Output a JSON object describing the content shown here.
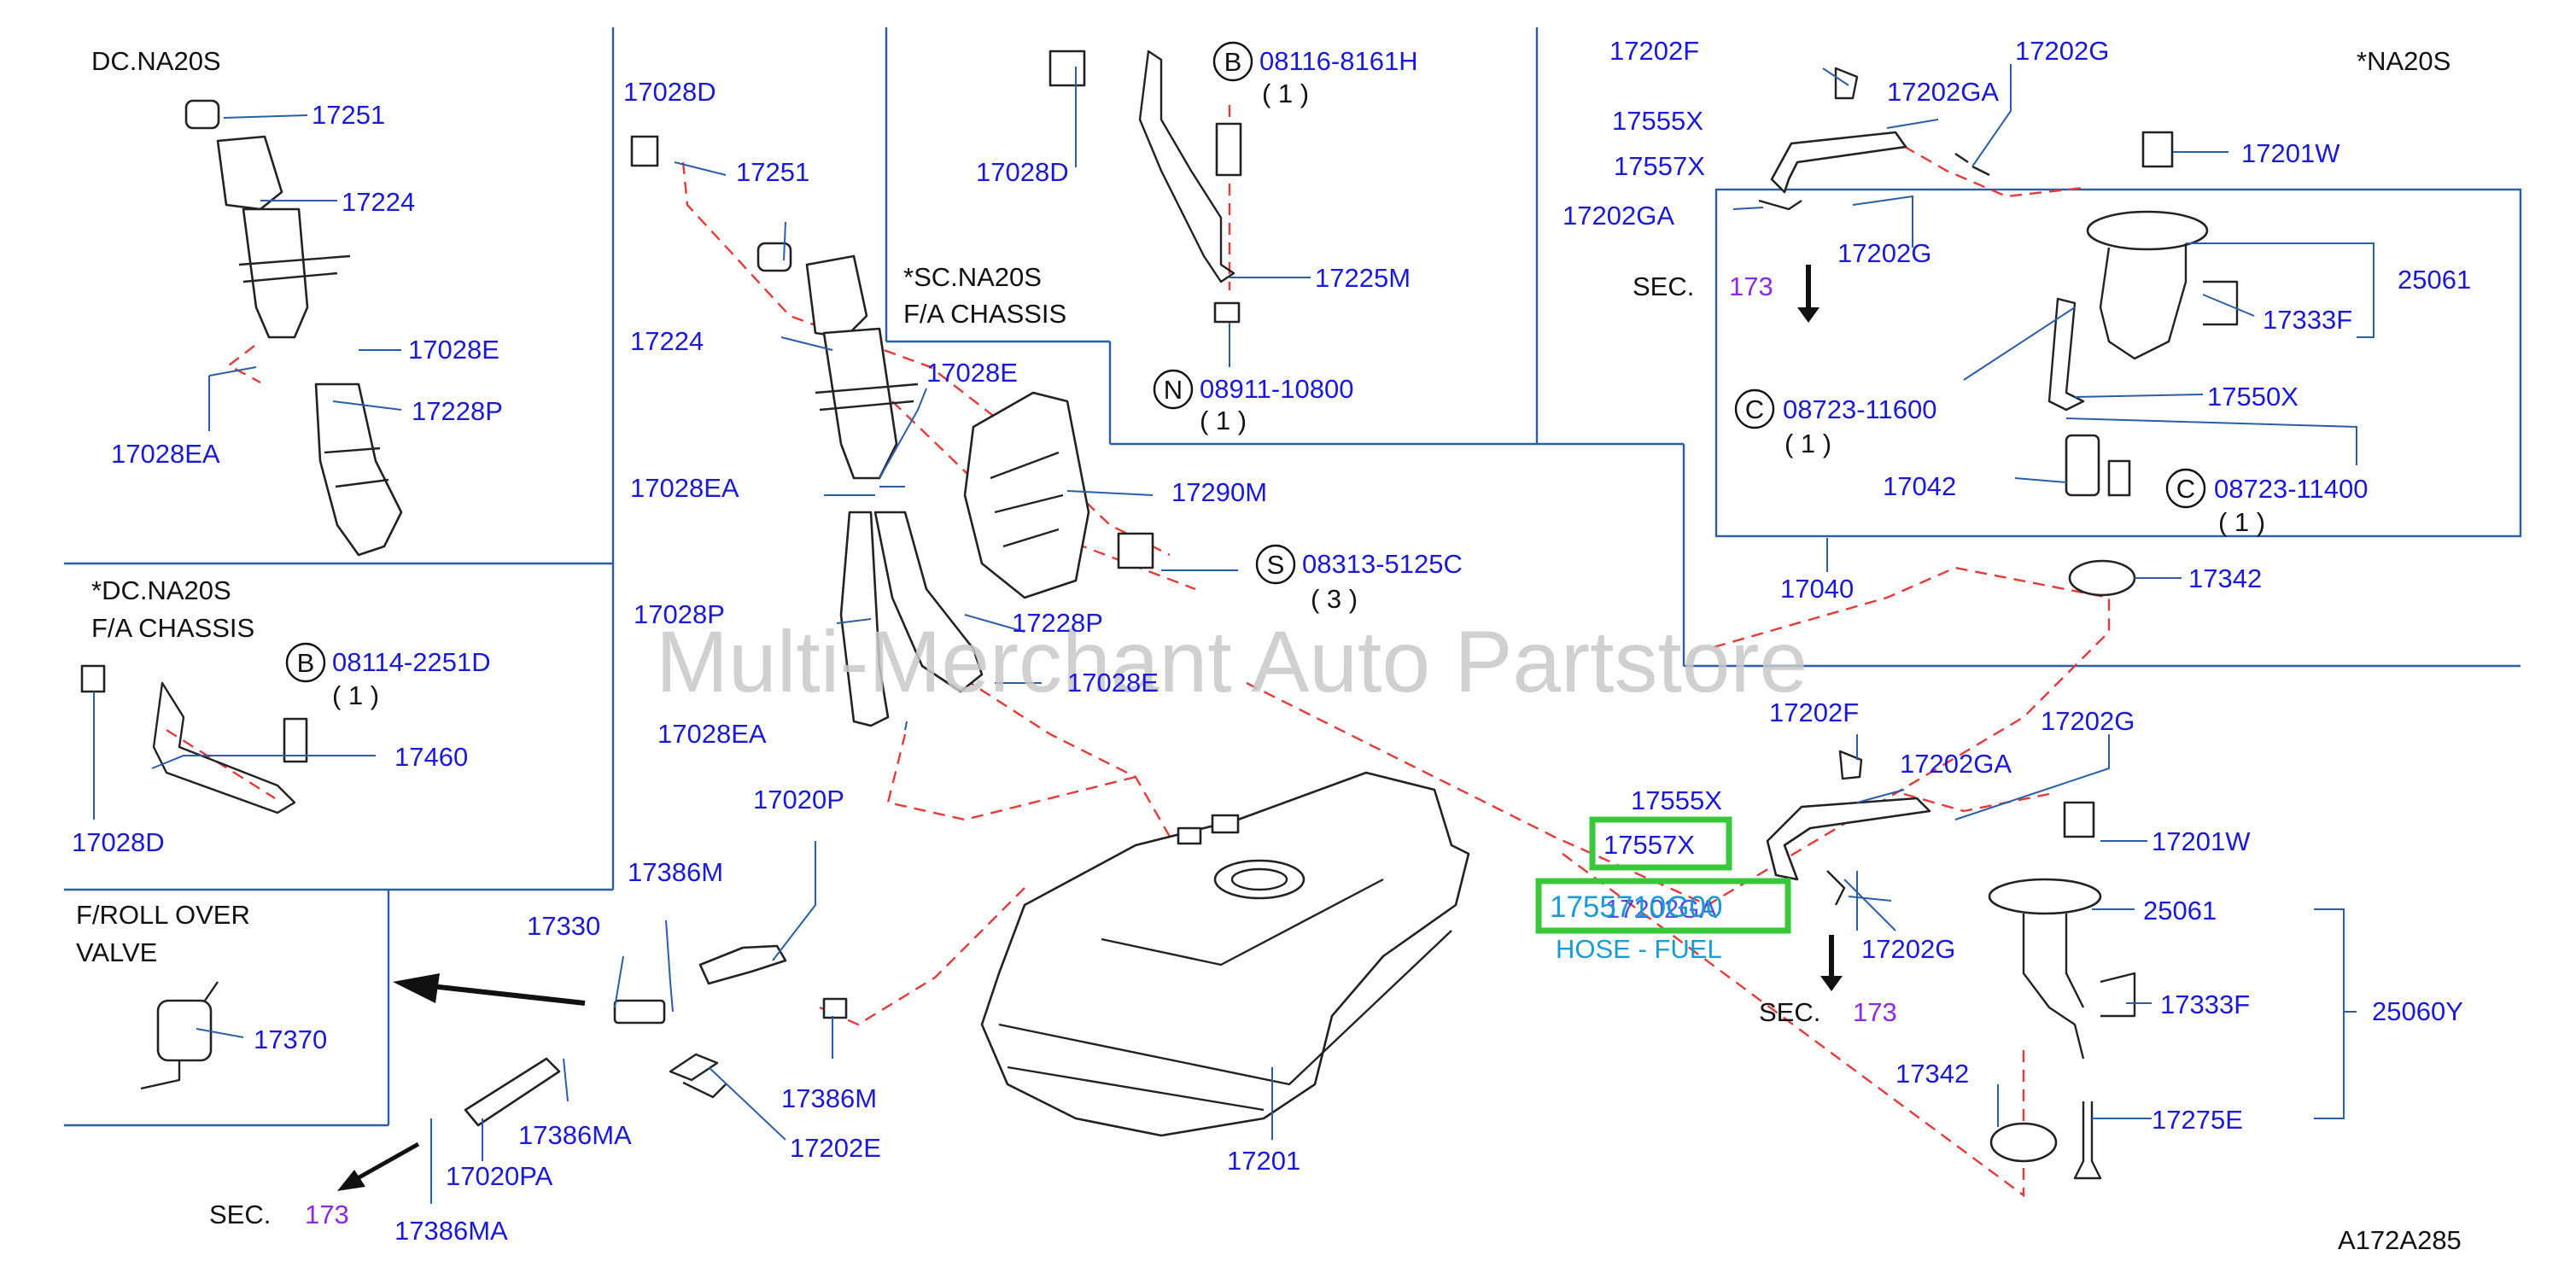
{
  "sections": {
    "top_left": "DC.NA20S",
    "left_mid_line1": "*DC.NA20S",
    "left_mid_line2": "F/A   CHASSIS",
    "center_line1": "*SC.NA20S",
    "center_line2": "F/A   CHASSIS",
    "top_right": "*NA20S",
    "rollover_line1": "F/ROLL   OVER",
    "rollover_line2": "VALVE"
  },
  "watermark": "Multi-Merchant Auto Partstore",
  "figure_code": "A172A285",
  "highlight": {
    "part": "17557X",
    "oem_code": "1755710G00",
    "description": "HOSE - FUEL",
    "overlapped_label": "17202GA"
  },
  "sec_refs": {
    "prefix": "SEC.",
    "number": "173"
  },
  "callouts": {
    "b1": {
      "letter": "B",
      "code": "08116-8161H",
      "qty": "( 1 )"
    },
    "n1": {
      "letter": "N",
      "code": "08911-10800",
      "qty": "( 1 )"
    },
    "s1": {
      "letter": "S",
      "code": "08313-5125C",
      "qty": "( 3 )"
    },
    "b2": {
      "letter": "B",
      "code": "08114-2251D",
      "qty": "( 1 )"
    },
    "c1": {
      "letter": "C",
      "code": "08723-11600",
      "qty": "( 1 )"
    },
    "c2": {
      "letter": "C",
      "code": "08723-11400",
      "qty": "( 1 )"
    }
  },
  "labels": {
    "p17251a": "17251",
    "p17224a": "17224",
    "p17028E_a": "17028E",
    "p17028EA_a": "17028EA",
    "p17228P_a": "17228P",
    "p17028D_b": "17028D",
    "p17460": "17460",
    "p17370": "17370",
    "p17028D_c": "17028D",
    "p17251b": "17251",
    "p17224b": "17224",
    "p17028E_b": "17028E",
    "p17028EA_b": "17028EA",
    "p17028P": "17028P",
    "p17228P_b": "17228P",
    "p17028E_c": "17028E",
    "p17028EA_c": "17028EA",
    "p17028D_d": "17028D",
    "p17225M": "17225M",
    "p17290M": "17290M",
    "p17020P": "17020P",
    "p17386M_a": "17386M",
    "p17330": "17330",
    "p17386M_b": "17386M",
    "p17386MA_a": "17386MA",
    "p17202E": "17202E",
    "p17020PA": "17020PA",
    "p17386MA_b": "17386MA",
    "p17201": "17201",
    "p17202F_a": "17202F",
    "p17202G_a": "17202G",
    "p17555X_a": "17555X",
    "p17202GA_a": "17202GA",
    "p17557X_a": "17557X",
    "p17202GA_b": "17202GA",
    "p17202G_b": "17202G",
    "p17201W_a": "17201W",
    "p25061_a": "25061",
    "p17333F_a": "17333F",
    "p17550X": "17550X",
    "p17042": "17042",
    "p17040": "17040",
    "p17342_a": "17342",
    "p17202F_b": "17202F",
    "p17202G_c": "17202G",
    "p17555X_b": "17555X",
    "p17202GA_c": "17202GA",
    "p17201W_b": "17201W",
    "p25061_b": "25061",
    "p17202G_d": "17202G",
    "p17333F_b": "17333F",
    "p25060Y": "25060Y",
    "p17342_b": "17342",
    "p17275E": "17275E"
  },
  "colors": {
    "part_number": "#1a1ad6",
    "frame_line": "#2b5ea7",
    "dashed_line": "#e33a3a",
    "section_ref": "#8a2be2",
    "highlight_box": "#39c83a",
    "hose_text": "#1a9bd6"
  }
}
